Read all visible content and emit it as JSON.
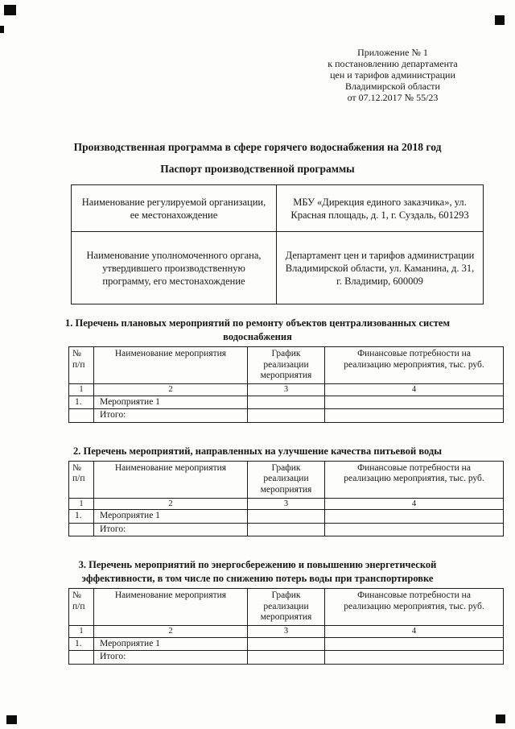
{
  "appendix": {
    "lines": [
      "Приложение № 1",
      "к постановлению департамента",
      "цен и тарифов администрации",
      "Владимирской области",
      "от 07.12.2017 № 55/23"
    ]
  },
  "title": "Производственная программа в сфере горячего водоснабжения на 2018 год",
  "subtitle": "Паспорт производственной программы",
  "passport": {
    "rows": [
      {
        "label": "Наименование регулируемой организации, ее местонахождение",
        "value": "МБУ «Дирекция единого заказчика», ул. Красная площадь, д. 1, г. Суздаль, 601293"
      },
      {
        "label": "Наименование уполномоченного органа, утвердившего производственную программу, его местонахождение",
        "value": "Департамент цен и тарифов администрации Владимирской области, ул. Каманина, д. 31, г. Владимир, 600009"
      }
    ]
  },
  "sections": [
    {
      "heading": "1. Перечень плановых мероприятий по ремонту объектов централизованных систем водоснабжения"
    },
    {
      "heading": "2. Перечень мероприятий, направленных на улучшение качества питьевой воды"
    },
    {
      "heading": "3. Перечень мероприятий по энергосбережению и повышению энергетической эффективности, в том числе по снижению потерь воды при транспортировке"
    }
  ],
  "measures_table": {
    "headers": {
      "num": "№\nп/п",
      "name": "Наименование мероприятия",
      "schedule": "График\nреализации\nмероприятия",
      "cost": "Финансовые потребности на\nреализацию мероприятия, тыс. руб."
    },
    "numbering": [
      "1",
      "2",
      "3",
      "4"
    ],
    "rows": [
      {
        "num": "1.",
        "name": "Мероприятие 1",
        "schedule": "",
        "cost": ""
      },
      {
        "num": "",
        "name": "Итого:",
        "schedule": "",
        "cost": ""
      }
    ]
  }
}
